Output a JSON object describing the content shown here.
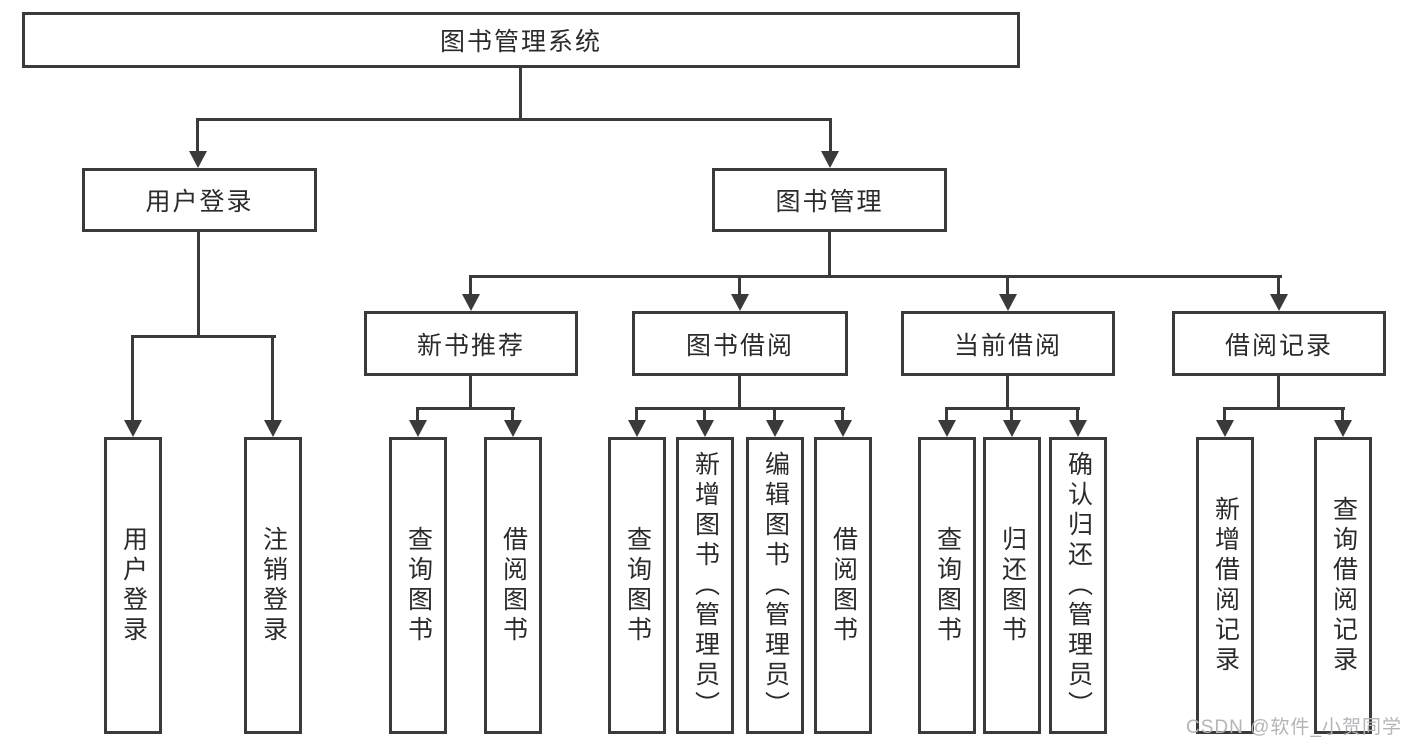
{
  "colors": {
    "line": "#3a3a3a",
    "box_border": "#3a3a3a",
    "text": "#2b2b2b",
    "background": "#ffffff",
    "watermark": "#b5b5b9"
  },
  "icons": {
    "arrow_down": "solid-triangle-down"
  },
  "watermark": {
    "text": "CSDN @软件_小贺同学"
  },
  "tree": {
    "label": "图书管理系统",
    "children": [
      {
        "label": "用户登录",
        "children": [
          {
            "label": "用户登录"
          },
          {
            "label": "注销登录"
          }
        ]
      },
      {
        "label": "图书管理",
        "children": [
          {
            "label": "新书推荐",
            "children": [
              {
                "label": "查询图书"
              },
              {
                "label": "借阅图书"
              }
            ]
          },
          {
            "label": "图书借阅",
            "children": [
              {
                "label": "查询图书"
              },
              {
                "label": "新增图书（管理员）"
              },
              {
                "label": "编辑图书（管理员）"
              },
              {
                "label": "借阅图书"
              }
            ]
          },
          {
            "label": "当前借阅",
            "children": [
              {
                "label": "查询图书"
              },
              {
                "label": "归还图书"
              },
              {
                "label": "确认归还（管理员）"
              }
            ]
          },
          {
            "label": "借阅记录",
            "children": [
              {
                "label": "新增借阅记录"
              },
              {
                "label": "查询借阅记录"
              }
            ]
          }
        ]
      }
    ]
  }
}
